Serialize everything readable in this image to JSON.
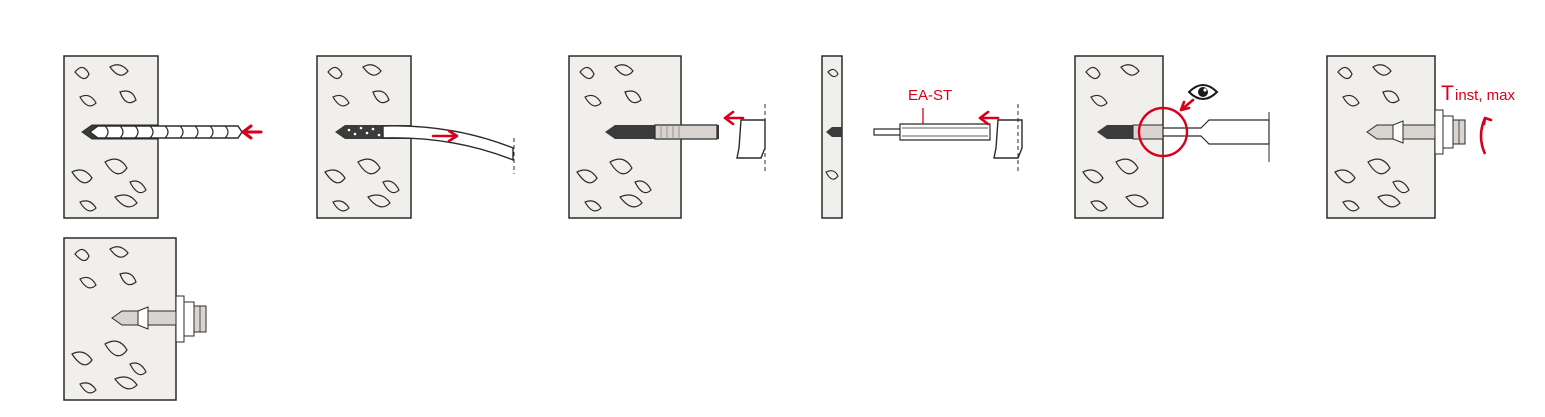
{
  "colors": {
    "accent": "#d6001c",
    "concrete_fill": "#f1efec",
    "outline": "#2b2b2b",
    "anchor_fill": "#d9d4cf"
  },
  "steps": [
    {
      "icon": "drill-hole-icon"
    },
    {
      "icon": "clean-hole-icon"
    },
    {
      "icon": "insert-anchor-icon"
    },
    {
      "icon": "setting-tool-icon",
      "label": "EA-ST"
    },
    {
      "icon": "inspect-setting-icon",
      "icon_extra": "eye-icon"
    },
    {
      "icon": "torque-tighten-icon",
      "label_main": "T",
      "label_sub": "inst, max"
    },
    {
      "icon": "installed-anchor-icon"
    }
  ]
}
